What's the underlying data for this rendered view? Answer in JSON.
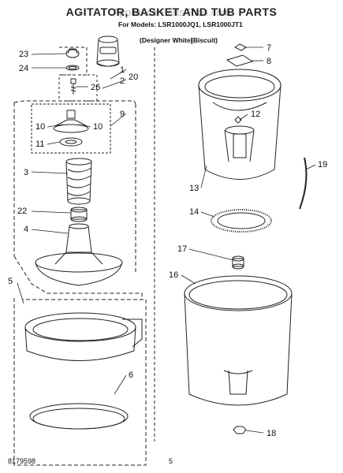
{
  "header": {
    "title": "AGITATOR, BASKET AND TUB PARTS",
    "watermark": "Appliance Parts Pros.com",
    "models_line1": "For Models: LSR1000JQ1, LSR1000JT1",
    "designer": "(Designer White)",
    "biscuit": "(Biscuit)"
  },
  "callouts": {
    "n1": "1",
    "n2": "2",
    "n3": "3",
    "n4": "4",
    "n5": "5",
    "n6": "6",
    "n7": "7",
    "n8": "8",
    "n9": "9",
    "n10a": "10",
    "n10b": "10",
    "n11": "11",
    "n12": "12",
    "n13": "13",
    "n14": "14",
    "n16": "16",
    "n17": "17",
    "n18": "18",
    "n19": "19",
    "n20": "20",
    "n22": "22",
    "n23": "23",
    "n24": "24",
    "n26": "26"
  },
  "footer": {
    "doc_number": "8179598",
    "page": "5"
  }
}
